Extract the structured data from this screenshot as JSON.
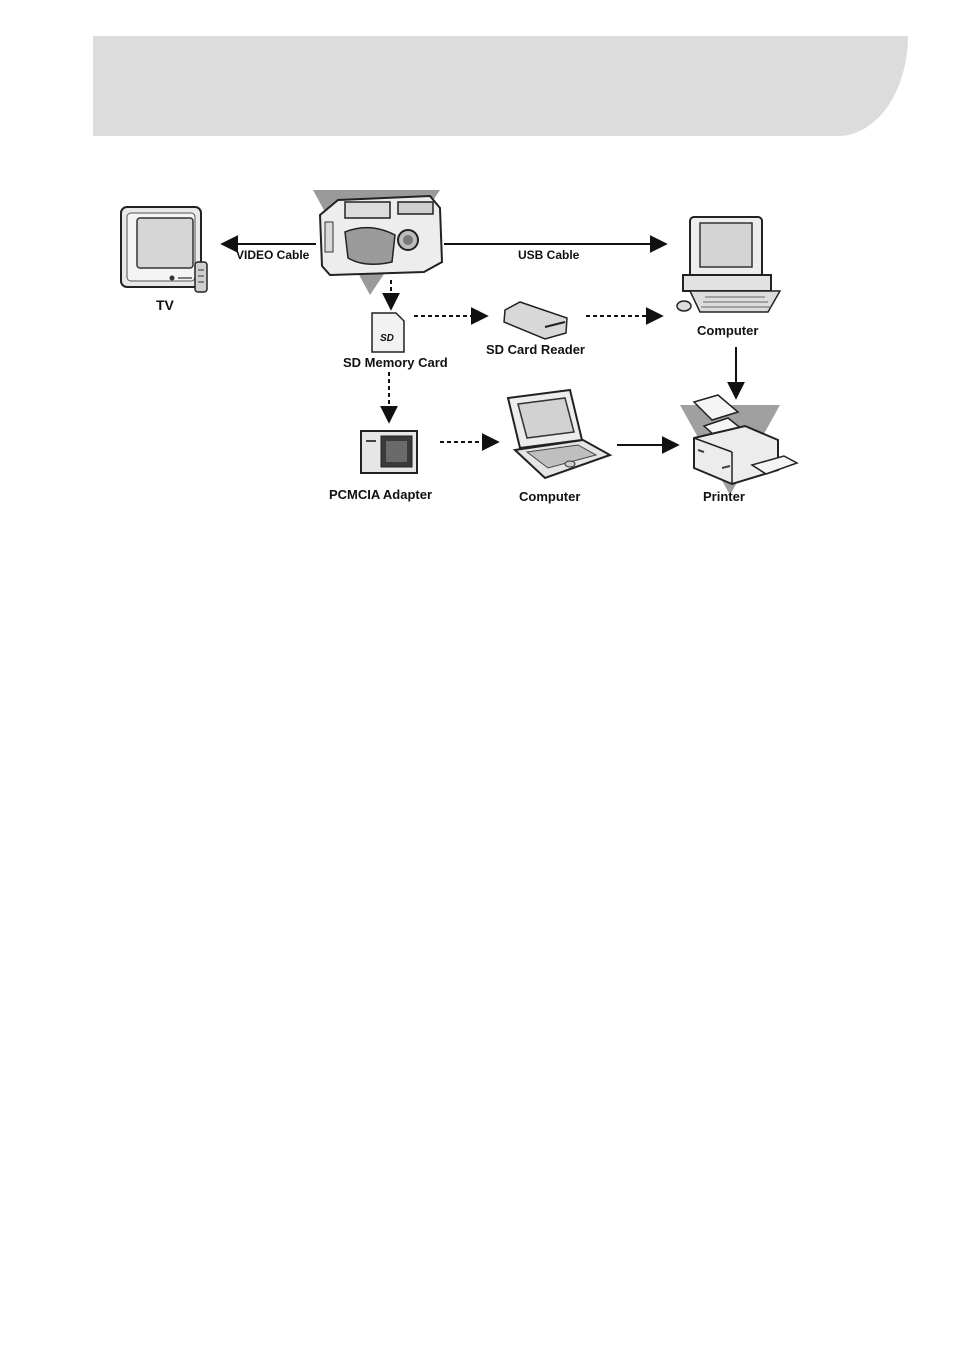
{
  "diagram": {
    "labels": {
      "video_cable": "VIDEO Cable",
      "usb_cable": "USB Cable",
      "tv": "TV",
      "computer_desktop": "Computer",
      "sd_memory_card": "SD Memory Card",
      "sd_card_reader": "SD Card Reader",
      "pcmcia_adapter": "PCMCIA Adapter",
      "computer_laptop": "Computer",
      "printer": "Printer"
    },
    "sd_logo": "SD"
  }
}
